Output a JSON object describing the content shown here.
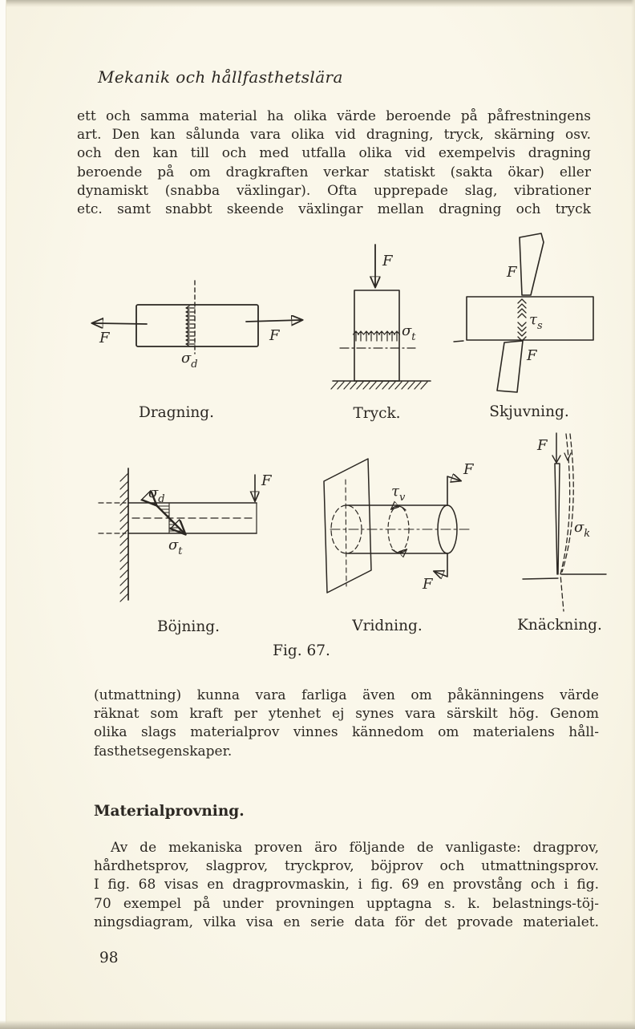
{
  "page": {
    "header": "Mekanik och hållfasthetslära",
    "page_number": "98"
  },
  "paragraph1": {
    "lines": [
      "ett och samma material ha olika värde beroende på påfrestningens",
      "art. Den kan sålunda vara olika vid dragning, tryck, skärning osv.",
      "och den kan till och med utfalla olika vid exempelvis dragning",
      "beroende på om dragkraften verkar statiskt (sakta ökar) eller",
      "dynamiskt (snabba växlingar). Ofta upprepade slag, vibrationer",
      "etc. samt snabbt skeende växlingar mellan dragning och tryck"
    ]
  },
  "figure": {
    "caption": "Fig. 67.",
    "force_label": "F",
    "dragning": {
      "caption": "Dragning.",
      "symbol": "σ",
      "sub": "d"
    },
    "tryck": {
      "caption": "Tryck.",
      "symbol": "σ",
      "sub": "t"
    },
    "skjuvning": {
      "caption": "Skjuvning.",
      "symbol": "τ",
      "sub": "s"
    },
    "bojning": {
      "caption": "Böjning.",
      "symbol_top": "σ",
      "sub_top": "d",
      "symbol_bottom": "σ",
      "sub_bottom": "t"
    },
    "vridning": {
      "caption": "Vridning.",
      "symbol": "τ",
      "sub": "v"
    },
    "knackning": {
      "caption": "Knäckning.",
      "symbol": "σ",
      "sub": "k"
    }
  },
  "paragraph2": {
    "lines": [
      "(utmattning) kunna vara farliga även om påkänningens värde",
      "räknat som kraft per ytenhet ej synes vara särskilt hög. Genom",
      "olika slags materialprov vinnes kännedom om materialens håll-",
      "fasthetsegenskaper."
    ]
  },
  "section": {
    "heading": "Materialprovning."
  },
  "paragraph3": {
    "lines": [
      "Av de mekaniska proven äro följande de vanligaste: dragprov,",
      "hårdhetsprov, slagprov, tryckprov, böjprov och utmattningsprov.",
      "I fig. 68 visas en dragprovmaskin, i fig. 69 en provstång och i fig.",
      "70 exempel på under provningen upptagna s. k. belastnings-töj-",
      "ningsdiagram, vilka visa en serie data för det provade materialet."
    ]
  }
}
